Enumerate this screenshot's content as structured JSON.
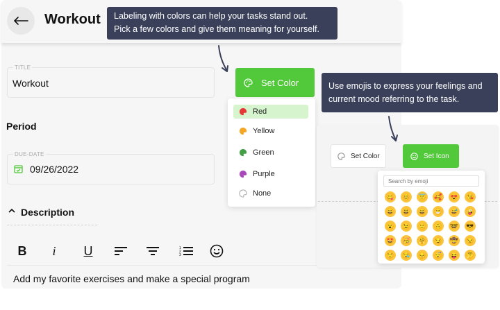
{
  "header": {
    "title": "Workout"
  },
  "title_field": {
    "label": "TITLE",
    "value": "Workout"
  },
  "period": {
    "heading": "Period"
  },
  "due_date": {
    "label": "DUE-DATE",
    "value": "09/26/2022"
  },
  "description": {
    "heading": "Description",
    "text": "Add my favorite exercises and make a special program"
  },
  "toolbar": {
    "bold": "B",
    "italic": "i",
    "underline": "U"
  },
  "tooltip_color": {
    "line1": "Labeling with colors can help your tasks stand out.",
    "line2": "Pick a few colors and give them meaning for yourself."
  },
  "set_color_button": {
    "label": "Set Color"
  },
  "color_menu": [
    {
      "label": "Red",
      "color": "#e53935",
      "selected": true
    },
    {
      "label": "Yellow",
      "color": "#f5a623",
      "selected": false
    },
    {
      "label": "Green",
      "color": "#43a047",
      "selected": false
    },
    {
      "label": "Purple",
      "color": "#ab47bc",
      "selected": false
    },
    {
      "label": "None",
      "color": "#cccccc",
      "selected": false
    }
  ],
  "tooltip_emoji": {
    "line1": "Use emojis to express your feelings and",
    "line2": "current mood referring to the task."
  },
  "small_set_color": {
    "label": "Set Color"
  },
  "set_icon_button": {
    "label": "Set Icon"
  },
  "emoji_search": {
    "placeholder": "Search by emoji"
  },
  "emojis": [
    [
      "😋",
      "😊",
      "😇",
      "🥰",
      "😍",
      "😘"
    ],
    [
      "😀",
      "😃",
      "😄",
      "😁",
      "😅",
      "🤪"
    ],
    [
      "😮",
      "😉",
      "🙂",
      "🙃",
      "🤓",
      "😎"
    ],
    [
      "🤩",
      "🥳",
      "🤗",
      "😏",
      "🤠",
      "😒"
    ],
    [
      "😌",
      "😪",
      "😔",
      "😴",
      "😝",
      "🤔"
    ]
  ],
  "colors": {
    "accent_green": "#52c93a",
    "tooltip_bg": "#3a4059",
    "selected_bg": "#d6f5cf"
  }
}
